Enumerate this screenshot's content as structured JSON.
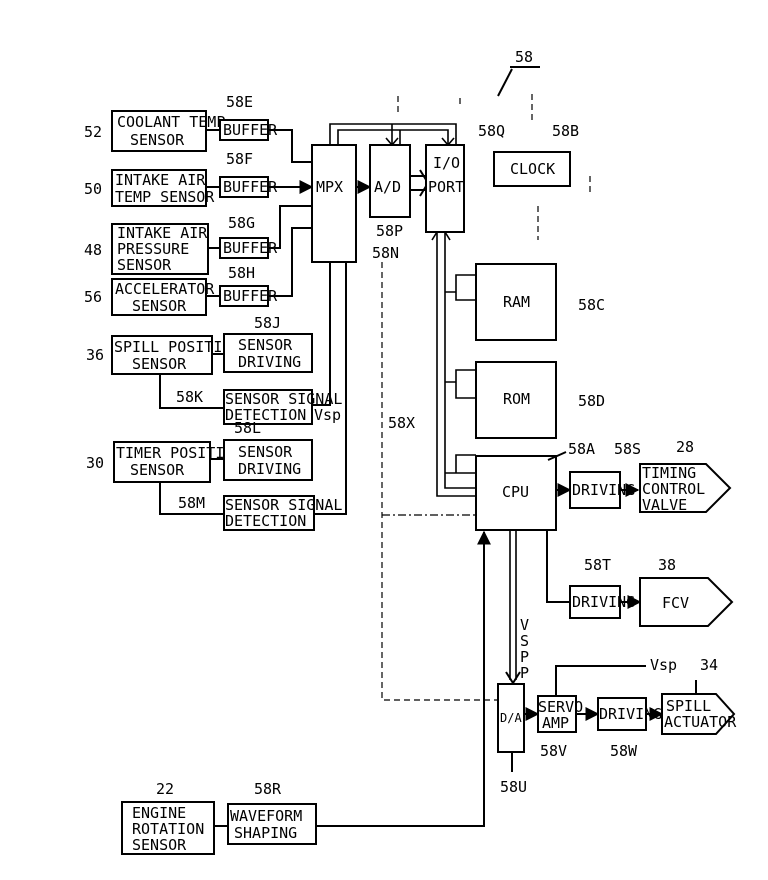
{
  "figure_label": "58",
  "blocks": {
    "coolant_sensor": {
      "ref": "52",
      "lines": [
        "COOLANT TEMP",
        "SENSOR"
      ]
    },
    "intake_temp_sensor": {
      "ref": "50",
      "lines": [
        "INTAKE AIR",
        "TEMP SENSOR"
      ]
    },
    "intake_pressure_sensor": {
      "ref": "48",
      "lines": [
        "INTAKE AIR",
        "PRESSURE",
        "SENSOR"
      ]
    },
    "accelerator_sensor": {
      "ref": "56",
      "lines": [
        "ACCELERATOR",
        "SENSOR"
      ]
    },
    "spill_position_sensor": {
      "ref": "36",
      "lines": [
        "SPILL POSITION",
        "SENSOR"
      ]
    },
    "timer_position_sensor": {
      "ref": "30",
      "lines": [
        "TIMER POSITION",
        "SENSOR"
      ]
    },
    "buffer_e": {
      "ref": "58E",
      "lines": [
        "BUFFER"
      ]
    },
    "buffer_f": {
      "ref": "58F",
      "lines": [
        "BUFFER"
      ]
    },
    "buffer_g": {
      "ref": "58G",
      "lines": [
        "BUFFER"
      ]
    },
    "buffer_h": {
      "ref": "58H",
      "lines": [
        "BUFFER"
      ]
    },
    "sensor_driving_j": {
      "ref": "58J",
      "lines": [
        "SENSOR",
        "DRIVING"
      ]
    },
    "signal_detection_k": {
      "ref": "58K",
      "lines": [
        "SENSOR SIGNAL",
        "DETECTION"
      ]
    },
    "sensor_driving_l": {
      "ref": "58L",
      "lines": [
        "SENSOR",
        "DRIVING"
      ]
    },
    "signal_detection_m": {
      "ref": "58M",
      "lines": [
        "SENSOR SIGNAL",
        "DETECTION"
      ]
    },
    "mpx": {
      "ref": "58N",
      "lines": [
        "MPX"
      ]
    },
    "ad": {
      "ref": "58P",
      "lines": [
        "A/D"
      ]
    },
    "io_port": {
      "ref": "58Q",
      "lines": [
        "I/O",
        "PORT"
      ]
    },
    "clock": {
      "ref": "58B",
      "lines": [
        "CLOCK"
      ]
    },
    "ram": {
      "ref": "58C",
      "lines": [
        "RAM"
      ]
    },
    "rom": {
      "ref": "58D",
      "lines": [
        "ROM"
      ]
    },
    "cpu": {
      "ref": "58A",
      "lines": [
        "CPU"
      ]
    },
    "driving_s": {
      "ref": "58S",
      "lines": [
        "DRIVING"
      ]
    },
    "timing_valve": {
      "ref": "28",
      "lines": [
        "TIMING",
        "CONTROL",
        "VALVE"
      ]
    },
    "driving_t": {
      "ref": "58T",
      "lines": [
        "DRIVING"
      ]
    },
    "fcv": {
      "ref": "38",
      "lines": [
        "FCV"
      ]
    },
    "da": {
      "ref": "58U",
      "lines": [
        "D/A"
      ]
    },
    "servo_amp": {
      "ref": "58V",
      "lines": [
        "SERVO",
        "AMP"
      ]
    },
    "driving_w": {
      "ref": "58W",
      "lines": [
        "DRIVING"
      ]
    },
    "spill_actuator": {
      "ref": "34",
      "lines": [
        "SPILL",
        "ACTUATOR"
      ]
    },
    "engine_rotation_sensor": {
      "ref": "22",
      "lines": [
        "ENGINE",
        "ROTATION",
        "SENSOR"
      ]
    },
    "waveform_shaping": {
      "ref": "58R",
      "lines": [
        "WAVEFORM",
        "SHAPING"
      ]
    }
  },
  "signals": {
    "bus_ref": "58X",
    "vsp_k": "Vsp",
    "vsp_servo": "Vsp",
    "vspp": [
      "V",
      "S",
      "P",
      "P"
    ]
  }
}
